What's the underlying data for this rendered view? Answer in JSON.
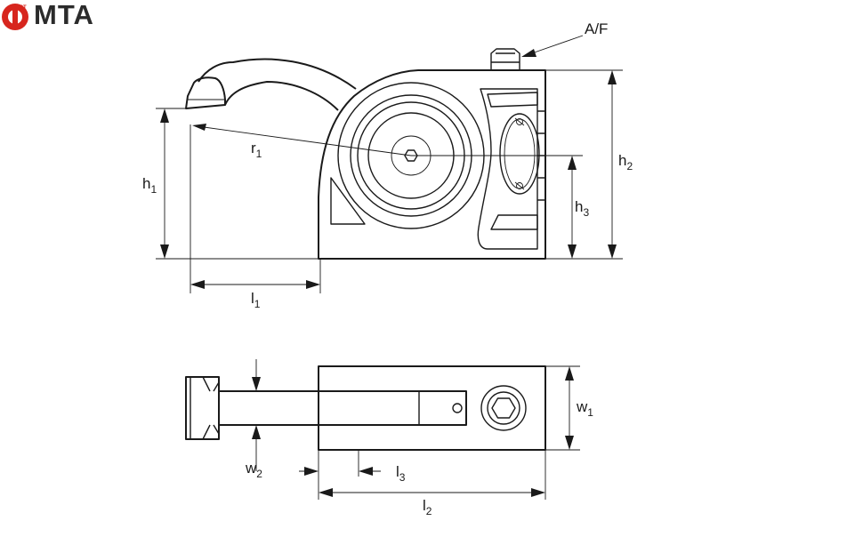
{
  "logo": {
    "superscript": "ST",
    "text": "MTA",
    "brand_color": "#d7261e",
    "text_color": "#2b2b2b"
  },
  "labels": {
    "af": "A/F",
    "r1": {
      "base": "r",
      "sub": "1"
    },
    "h1": {
      "base": "h",
      "sub": "1"
    },
    "h2": {
      "base": "h",
      "sub": "2"
    },
    "h3": {
      "base": "h",
      "sub": "3"
    },
    "l1": {
      "base": "l",
      "sub": "1"
    },
    "l2": {
      "base": "l",
      "sub": "2"
    },
    "l3": {
      "base": "l",
      "sub": "3"
    },
    "w1": {
      "base": "w",
      "sub": "1"
    },
    "w2": {
      "base": "w",
      "sub": "2"
    }
  },
  "colors": {
    "line": "#1a1a1a",
    "background": "#ffffff"
  }
}
